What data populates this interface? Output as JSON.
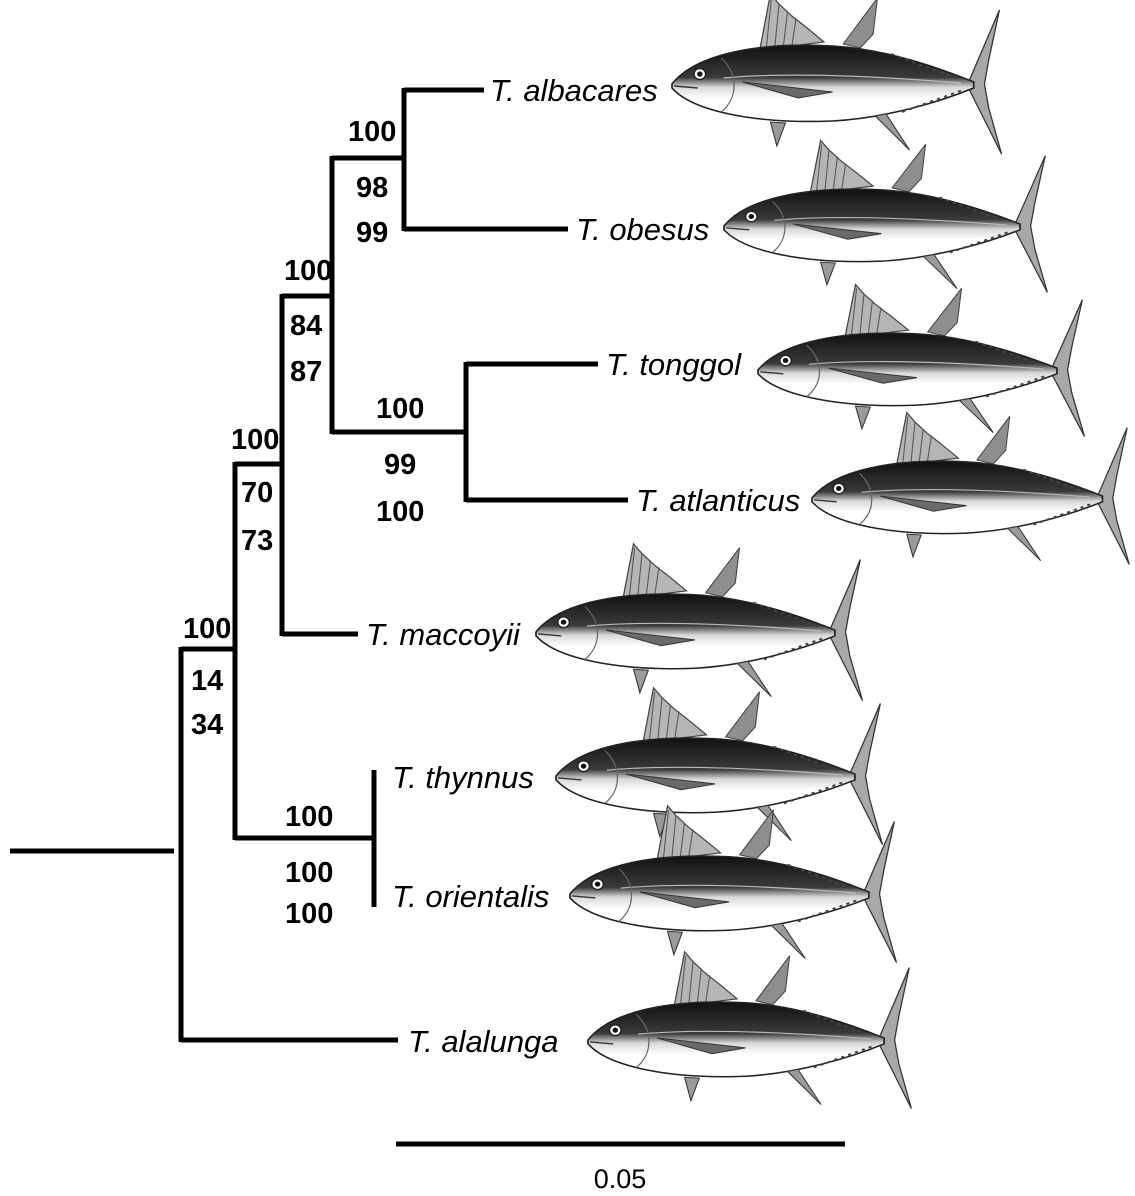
{
  "taxa": {
    "albacares": "T. albacares",
    "obesus": "T. obesus",
    "tonggol": "T. tonggol",
    "atlanticus": "T. atlanticus",
    "maccoyii": "T. maccoyii",
    "thynnus": "T. thynnus",
    "orientalis": "T. orientalis",
    "alalunga": "T. alalunga"
  },
  "support": {
    "albacares_obesus": [
      "100",
      "98",
      "99"
    ],
    "tonggol_atlanticus": [
      "100",
      "99",
      "100"
    ],
    "tropical_clade": [
      "100",
      "84",
      "87"
    ],
    "with_maccoyii": [
      "100",
      "70",
      "73"
    ],
    "with_thynnus_orientalis": [
      "100",
      "14",
      "34"
    ],
    "thynnus_orientalis": [
      "100",
      "100",
      "100"
    ]
  },
  "scale_bar": {
    "label": "0.05"
  },
  "colors": {
    "line": "#000000",
    "fish_back": "#1c1c1c",
    "fish_belly": "#ffffff",
    "fish_fin": "#9a9a9a"
  }
}
